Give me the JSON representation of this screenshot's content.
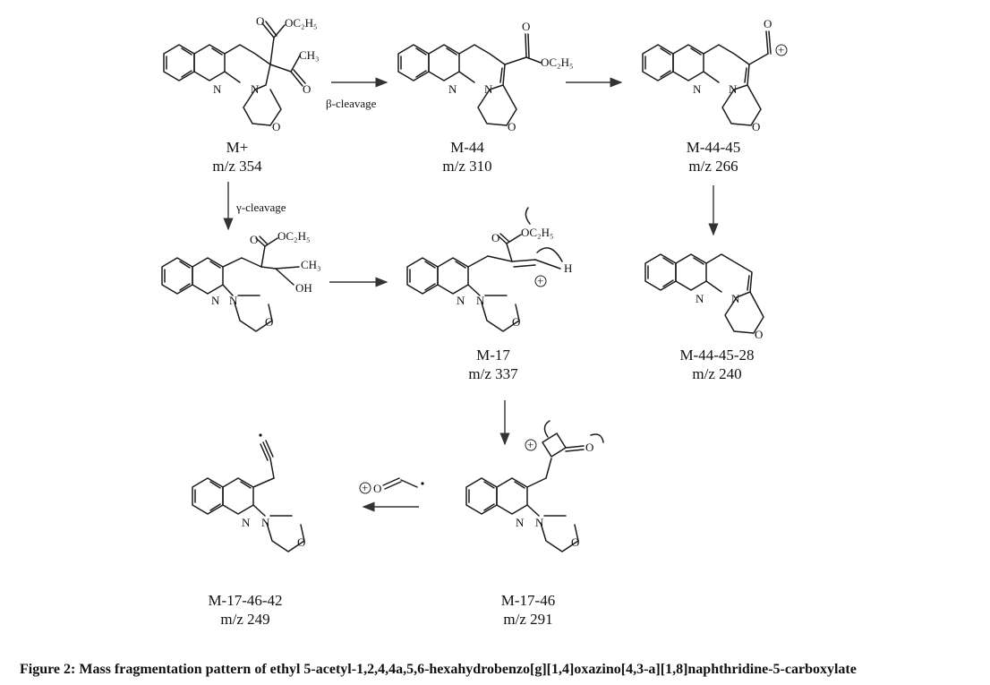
{
  "caption": "Figure 2: Mass fragmentation pattern of ethyl 5-acetyl-1,2,4,4a,5,6-hexahydrobenzo[g][1,4]oxazino[4,3-a][1,8]naphthridine-5-carboxylate",
  "species": [
    {
      "name": "M+",
      "mz": "m/z 354"
    },
    {
      "name": "M-44",
      "mz": "m/z 310"
    },
    {
      "name": "M-44-45",
      "mz": "m/z 266"
    },
    {
      "name": "M-17",
      "mz": "m/z 337"
    },
    {
      "name": "M-44-45-28",
      "mz": "m/z 240"
    },
    {
      "name": "M-17-46",
      "mz": "m/z 291"
    },
    {
      "name": "M-17-46-42",
      "mz": "m/z 249"
    }
  ],
  "arrows": {
    "beta": "β-cleavage",
    "gamma": "γ-cleavage"
  },
  "atoms": {
    "N": "N",
    "O": "O",
    "H": "H",
    "OEt": "OC₂H₅",
    "CH3": "CH₃",
    "OH": "OH",
    "plus": "+"
  }
}
